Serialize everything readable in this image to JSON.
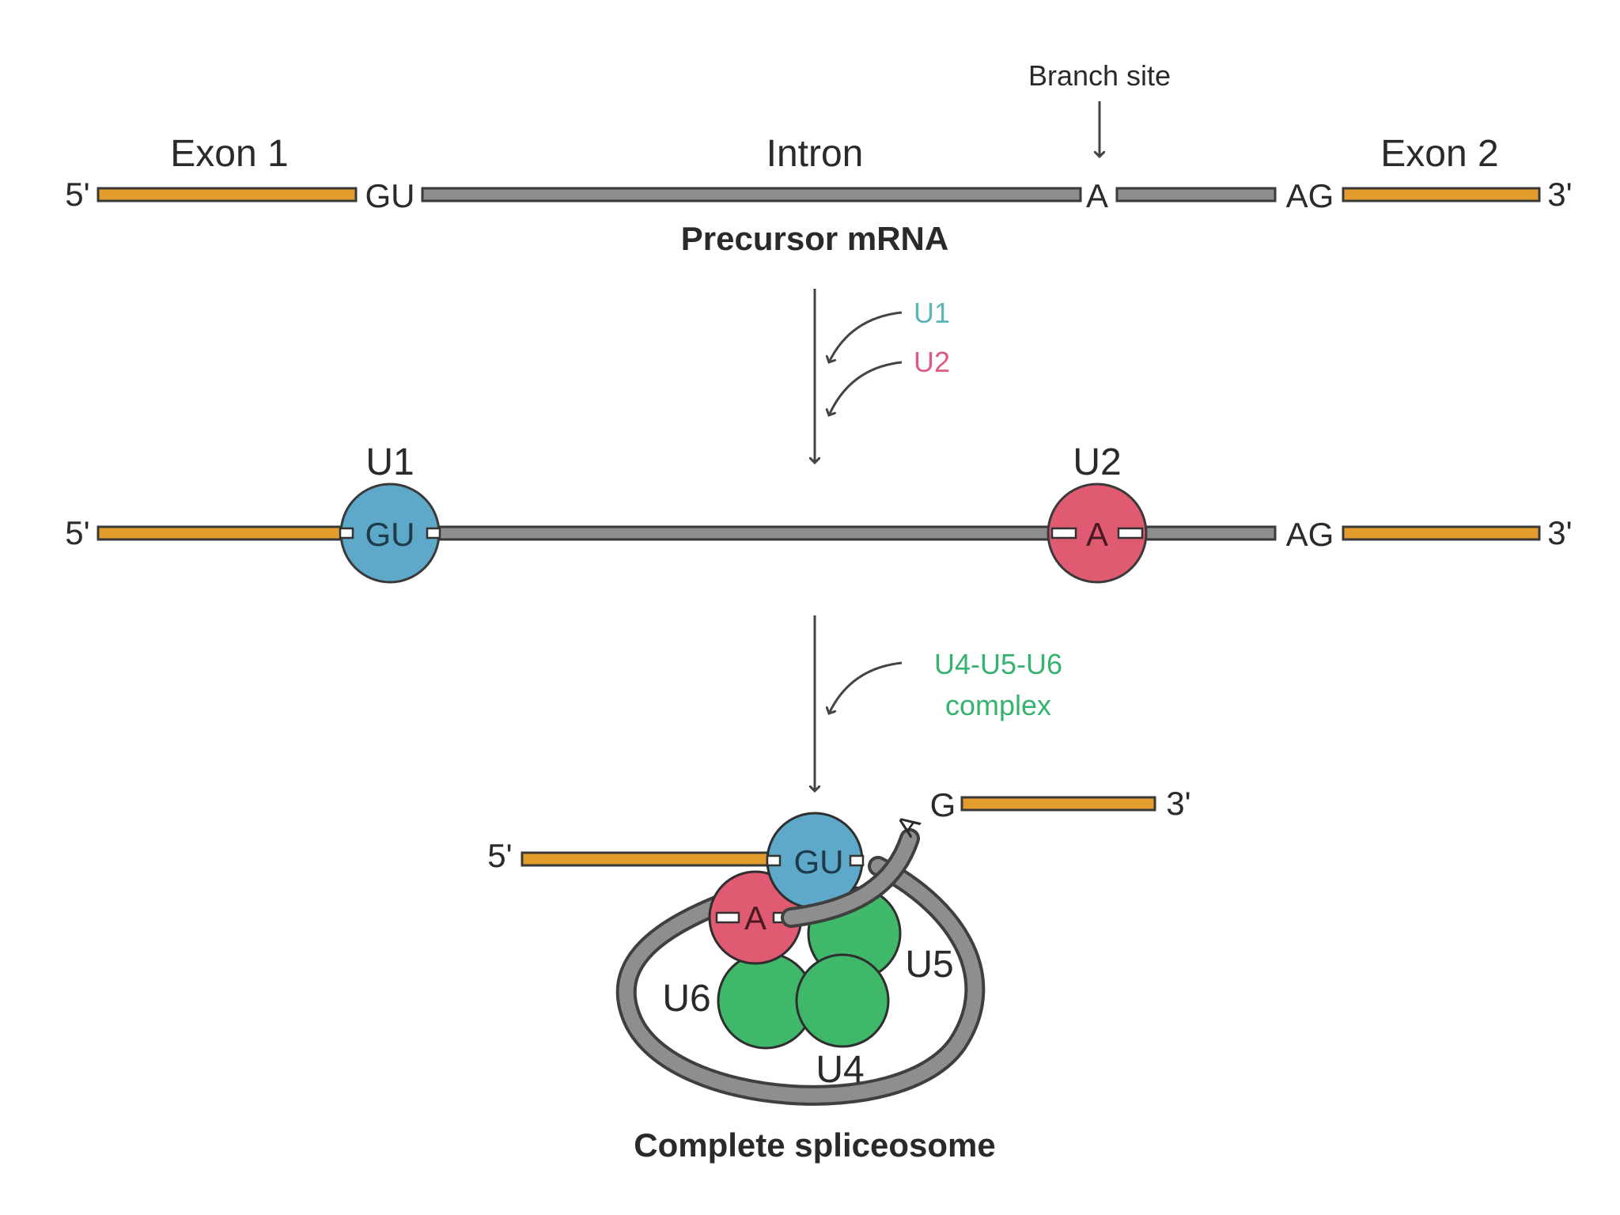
{
  "labels": {
    "branch_site": "Branch site",
    "exon1": "Exon 1",
    "intron": "Intron",
    "exon2": "Exon 2",
    "five_prime": "5'",
    "three_prime": "3'",
    "gu": "GU",
    "a": "A",
    "ag": "AG",
    "precursor": "Precursor mRNA",
    "u1": "U1",
    "u2": "U2",
    "u4u5u6_line1": "U4-U5-U6",
    "u4u5u6_line2": "complex",
    "u4": "U4",
    "u5": "U5",
    "u6": "U6",
    "g": "G",
    "complete": "Complete spliceosome"
  },
  "colors": {
    "exon": "#e39d2c",
    "intron": "#8e8e8e",
    "u1": "#5ea9c9",
    "u2": "#e05a72",
    "u456": "#3fb86a",
    "u1_label": "#5bb5b0",
    "u2_label": "#e05a80",
    "complex_label": "#35b36e"
  }
}
